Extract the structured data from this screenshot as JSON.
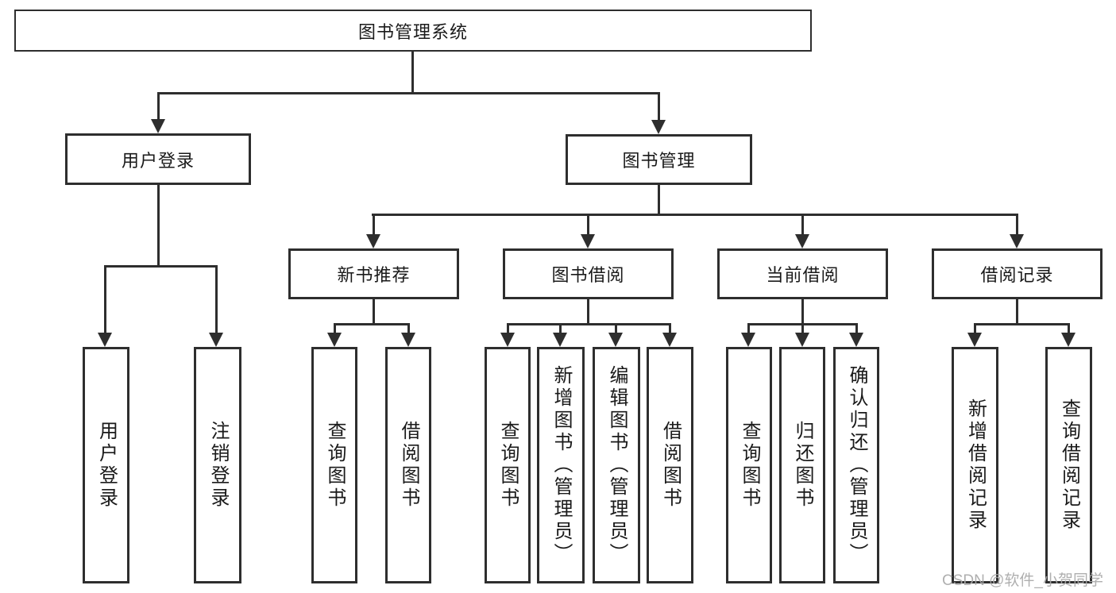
{
  "diagram_title": "图书管理系统",
  "tree": {
    "label": "图书管理系统",
    "children": [
      {
        "label": "用户登录",
        "children": [
          {
            "label": "用户登录"
          },
          {
            "label": "注销登录"
          }
        ]
      },
      {
        "label": "图书管理",
        "children": [
          {
            "label": "新书推荐",
            "children": [
              {
                "label": "查询图书"
              },
              {
                "label": "借阅图书"
              }
            ]
          },
          {
            "label": "图书借阅",
            "children": [
              {
                "label": "查询图书"
              },
              {
                "label": "新增图书（管理员）"
              },
              {
                "label": "编辑图书（管理员）"
              },
              {
                "label": "借阅图书"
              }
            ]
          },
          {
            "label": "当前借阅",
            "children": [
              {
                "label": "查询图书"
              },
              {
                "label": "归还图书"
              },
              {
                "label": "确认归还（管理员）"
              }
            ]
          },
          {
            "label": "借阅记录",
            "children": [
              {
                "label": "新增借阅记录"
              },
              {
                "label": "查询借阅记录"
              }
            ]
          }
        ]
      }
    ]
  },
  "watermark": "CSDN @软件_小贺同学",
  "colors": {
    "line": "#2e2e2e",
    "text": "#1a1a1a",
    "background": "#ffffff",
    "watermark": "#a9a9a9"
  }
}
